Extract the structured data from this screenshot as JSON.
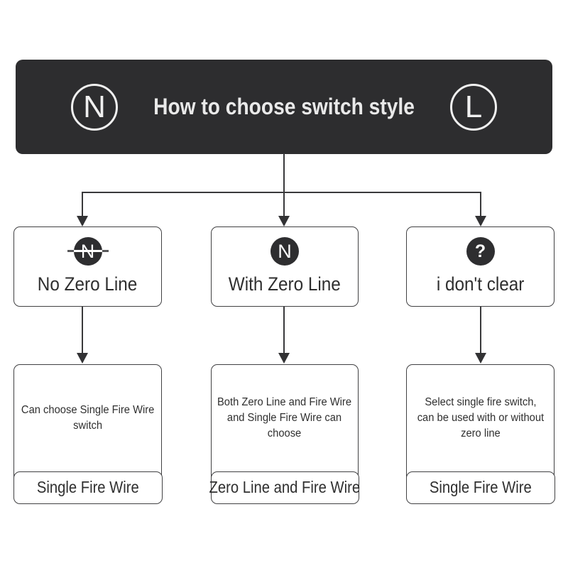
{
  "header": {
    "title": "How to choose switch style",
    "left_badge": "N",
    "right_badge": "L"
  },
  "colors": {
    "background": "#ffffff",
    "header_bg": "#2d2d2f",
    "header_text": "#e9e9e9",
    "connector_line": "#39393b",
    "box_border": "#414143",
    "icon_circle_bg": "#2e2e30",
    "body_text": "#2f2f2f"
  },
  "icons": [
    {
      "name": "no-zero-line-icon",
      "letter": "N",
      "style": "dark circle, white N, horizontal strikethrough"
    },
    {
      "name": "zero-line-icon",
      "letter": "N",
      "style": "dark circle, white N"
    },
    {
      "name": "question-icon",
      "letter": "?",
      "style": "dark circle, white question mark"
    }
  ],
  "decisions": [
    {
      "letter": "N",
      "label": "No Zero Line"
    },
    {
      "letter": "N",
      "label": "With Zero Line"
    },
    {
      "letter": "?",
      "label": "i don't clear"
    }
  ],
  "results": [
    {
      "description_lines": [
        "Can choose Single Fire Wire",
        "switch"
      ],
      "result": "Single Fire Wire"
    },
    {
      "description_lines": [
        "Both Zero Line and Fire Wire",
        "and Single Fire Wire can",
        "choose"
      ],
      "result": "Zero Line and Fire Wire"
    },
    {
      "description_lines": [
        "Select single fire switch,",
        "can be used with or without",
        "zero line"
      ],
      "result": "Single Fire Wire"
    }
  ]
}
